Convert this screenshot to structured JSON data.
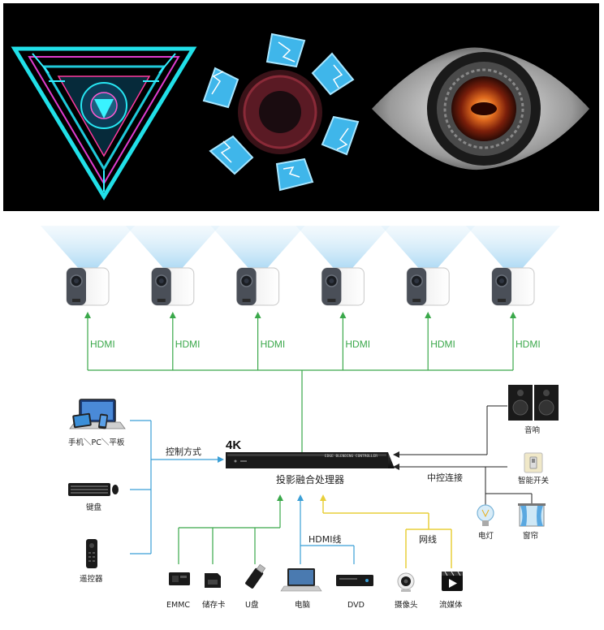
{
  "banner": {
    "items": [
      "triangle-art",
      "aperture-art",
      "eye-art"
    ]
  },
  "projectors": {
    "count": 6,
    "link_label": "HDMI"
  },
  "processor": {
    "badge": "4K",
    "brand_text": "EDGE BLENDING CONTROLLER",
    "label": "投影融合处理器"
  },
  "control": {
    "method_label": "控制方式",
    "devices": [
      {
        "icon": "laptop-tablet-phone-icon",
        "label": "手机＼PC＼平板"
      },
      {
        "icon": "keyboard-mouse-icon",
        "label": "键盘"
      },
      {
        "icon": "remote-control-icon",
        "label": "遥控器"
      }
    ]
  },
  "central": {
    "link_label": "中控连接",
    "devices": [
      {
        "icon": "speaker-icon",
        "label": "音响"
      },
      {
        "icon": "smart-switch-icon",
        "label": "智能开关"
      },
      {
        "icon": "light-bulb-icon",
        "label": "电灯"
      },
      {
        "icon": "curtain-icon",
        "label": "窗帘"
      }
    ]
  },
  "sources": {
    "hdmi_label": "HDMI线",
    "net_label": "网线",
    "devices": [
      {
        "icon": "emmc-chip-icon",
        "label": "EMMC"
      },
      {
        "icon": "sd-card-icon",
        "label": "储存卡"
      },
      {
        "icon": "usb-drive-icon",
        "label": "U盘"
      },
      {
        "icon": "laptop-icon",
        "label": "电脑"
      },
      {
        "icon": "dvd-player-icon",
        "label": "DVD"
      },
      {
        "icon": "camera-icon",
        "label": "摄像头"
      },
      {
        "icon": "streaming-icon",
        "label": "流媒体"
      }
    ]
  },
  "colors": {
    "green": "#3aa84a",
    "blue": "#3b9fd6",
    "yellow": "#e8cf3a",
    "black": "#222222"
  }
}
